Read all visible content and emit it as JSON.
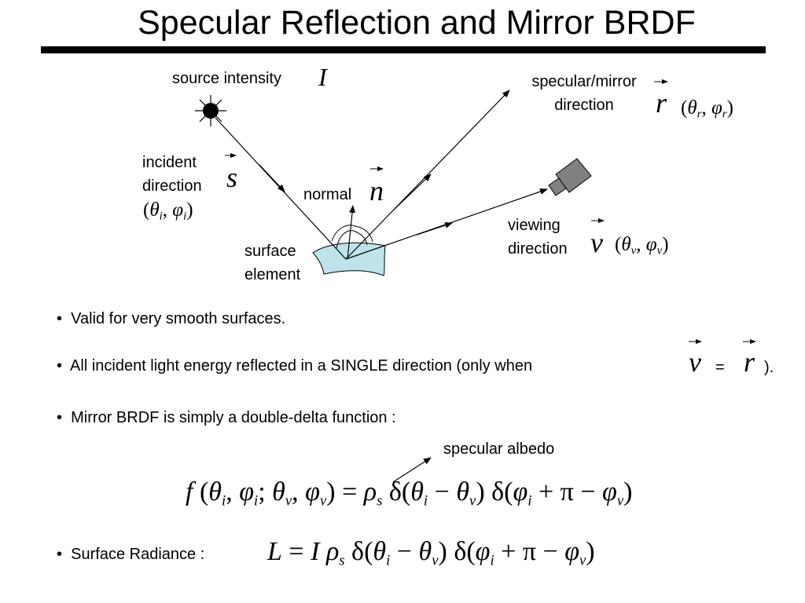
{
  "slide": {
    "title": "Specular Reflection and Mirror BRDF"
  },
  "diagram": {
    "source_label": "source intensity",
    "source_symbol": "I",
    "incident_label_1": "incident",
    "incident_label_2": "direction",
    "incident_symbol": "s",
    "incident_angles": [
      "(",
      "θ",
      "i",
      ", ",
      "φ",
      "i",
      ")"
    ],
    "normal_label": "normal",
    "normal_symbol": "n",
    "surface_label_1": "surface",
    "surface_label_2": "element",
    "specular_label_1": "specular/mirror",
    "specular_label_2": "direction",
    "specular_symbol": "r",
    "specular_angles": [
      "(",
      "θ",
      "r",
      ", ",
      "φ",
      "r",
      ")"
    ],
    "viewing_label_1": "viewing",
    "viewing_label_2": "direction",
    "viewing_symbol": "v",
    "viewing_angles": [
      "(",
      "θ",
      "v",
      ", ",
      "φ",
      "v",
      ")"
    ],
    "colors": {
      "surface_fill": "#bfe3ea",
      "camera_fill": "#808080"
    },
    "icons": [
      "sun-icon",
      "camera-icon"
    ]
  },
  "bullets": {
    "b1": "Valid for very smooth surfaces.",
    "b2_text": "All incident light energy reflected in a SINGLE direction  (only when",
    "b2_v": "v",
    "b2_eq": "=",
    "b2_r": "r",
    "b2_end": ").",
    "b3": "Mirror BRDF is simply a double-delta function :",
    "albedo_label": "specular albedo",
    "b4": "Surface Radiance :",
    "bullet_glyph": "•"
  },
  "equations": {
    "brdf": {
      "f": "f",
      "open": " (",
      "t1": "θ",
      "s1": "i",
      "c1": ", ",
      "p1": "φ",
      "s2": "i",
      "semi": "; ",
      "t2": "θ",
      "s3": "v",
      "c2": ", ",
      "p2": "φ",
      "s4": "v",
      "close_eq": ") = ",
      "rho": "ρ",
      "rs": "s",
      "d1": "  δ(",
      "t3": "θ",
      "s5": "i",
      "minus1": " − ",
      "t4": "θ",
      "s6": "v",
      "cl1": ")",
      "d2": " δ(",
      "p3": "φ",
      "s7": "i",
      "plus": " + π − ",
      "p4": "φ",
      "s8": "v",
      "cl2": ")"
    },
    "radiance": {
      "L": "L",
      "eq": " = ",
      "I": "I",
      "rho": " ρ",
      "rs": "s",
      "d1": " δ(",
      "t1": "θ",
      "s1": "i",
      "m1": " − ",
      "t2": "θ",
      "s2": "v",
      "cl1": ")",
      "d2": " δ(",
      "p1": "φ",
      "s3": "i",
      "plus": " + π − ",
      "p2": "φ",
      "s4": "v",
      "cl2": ")"
    }
  }
}
